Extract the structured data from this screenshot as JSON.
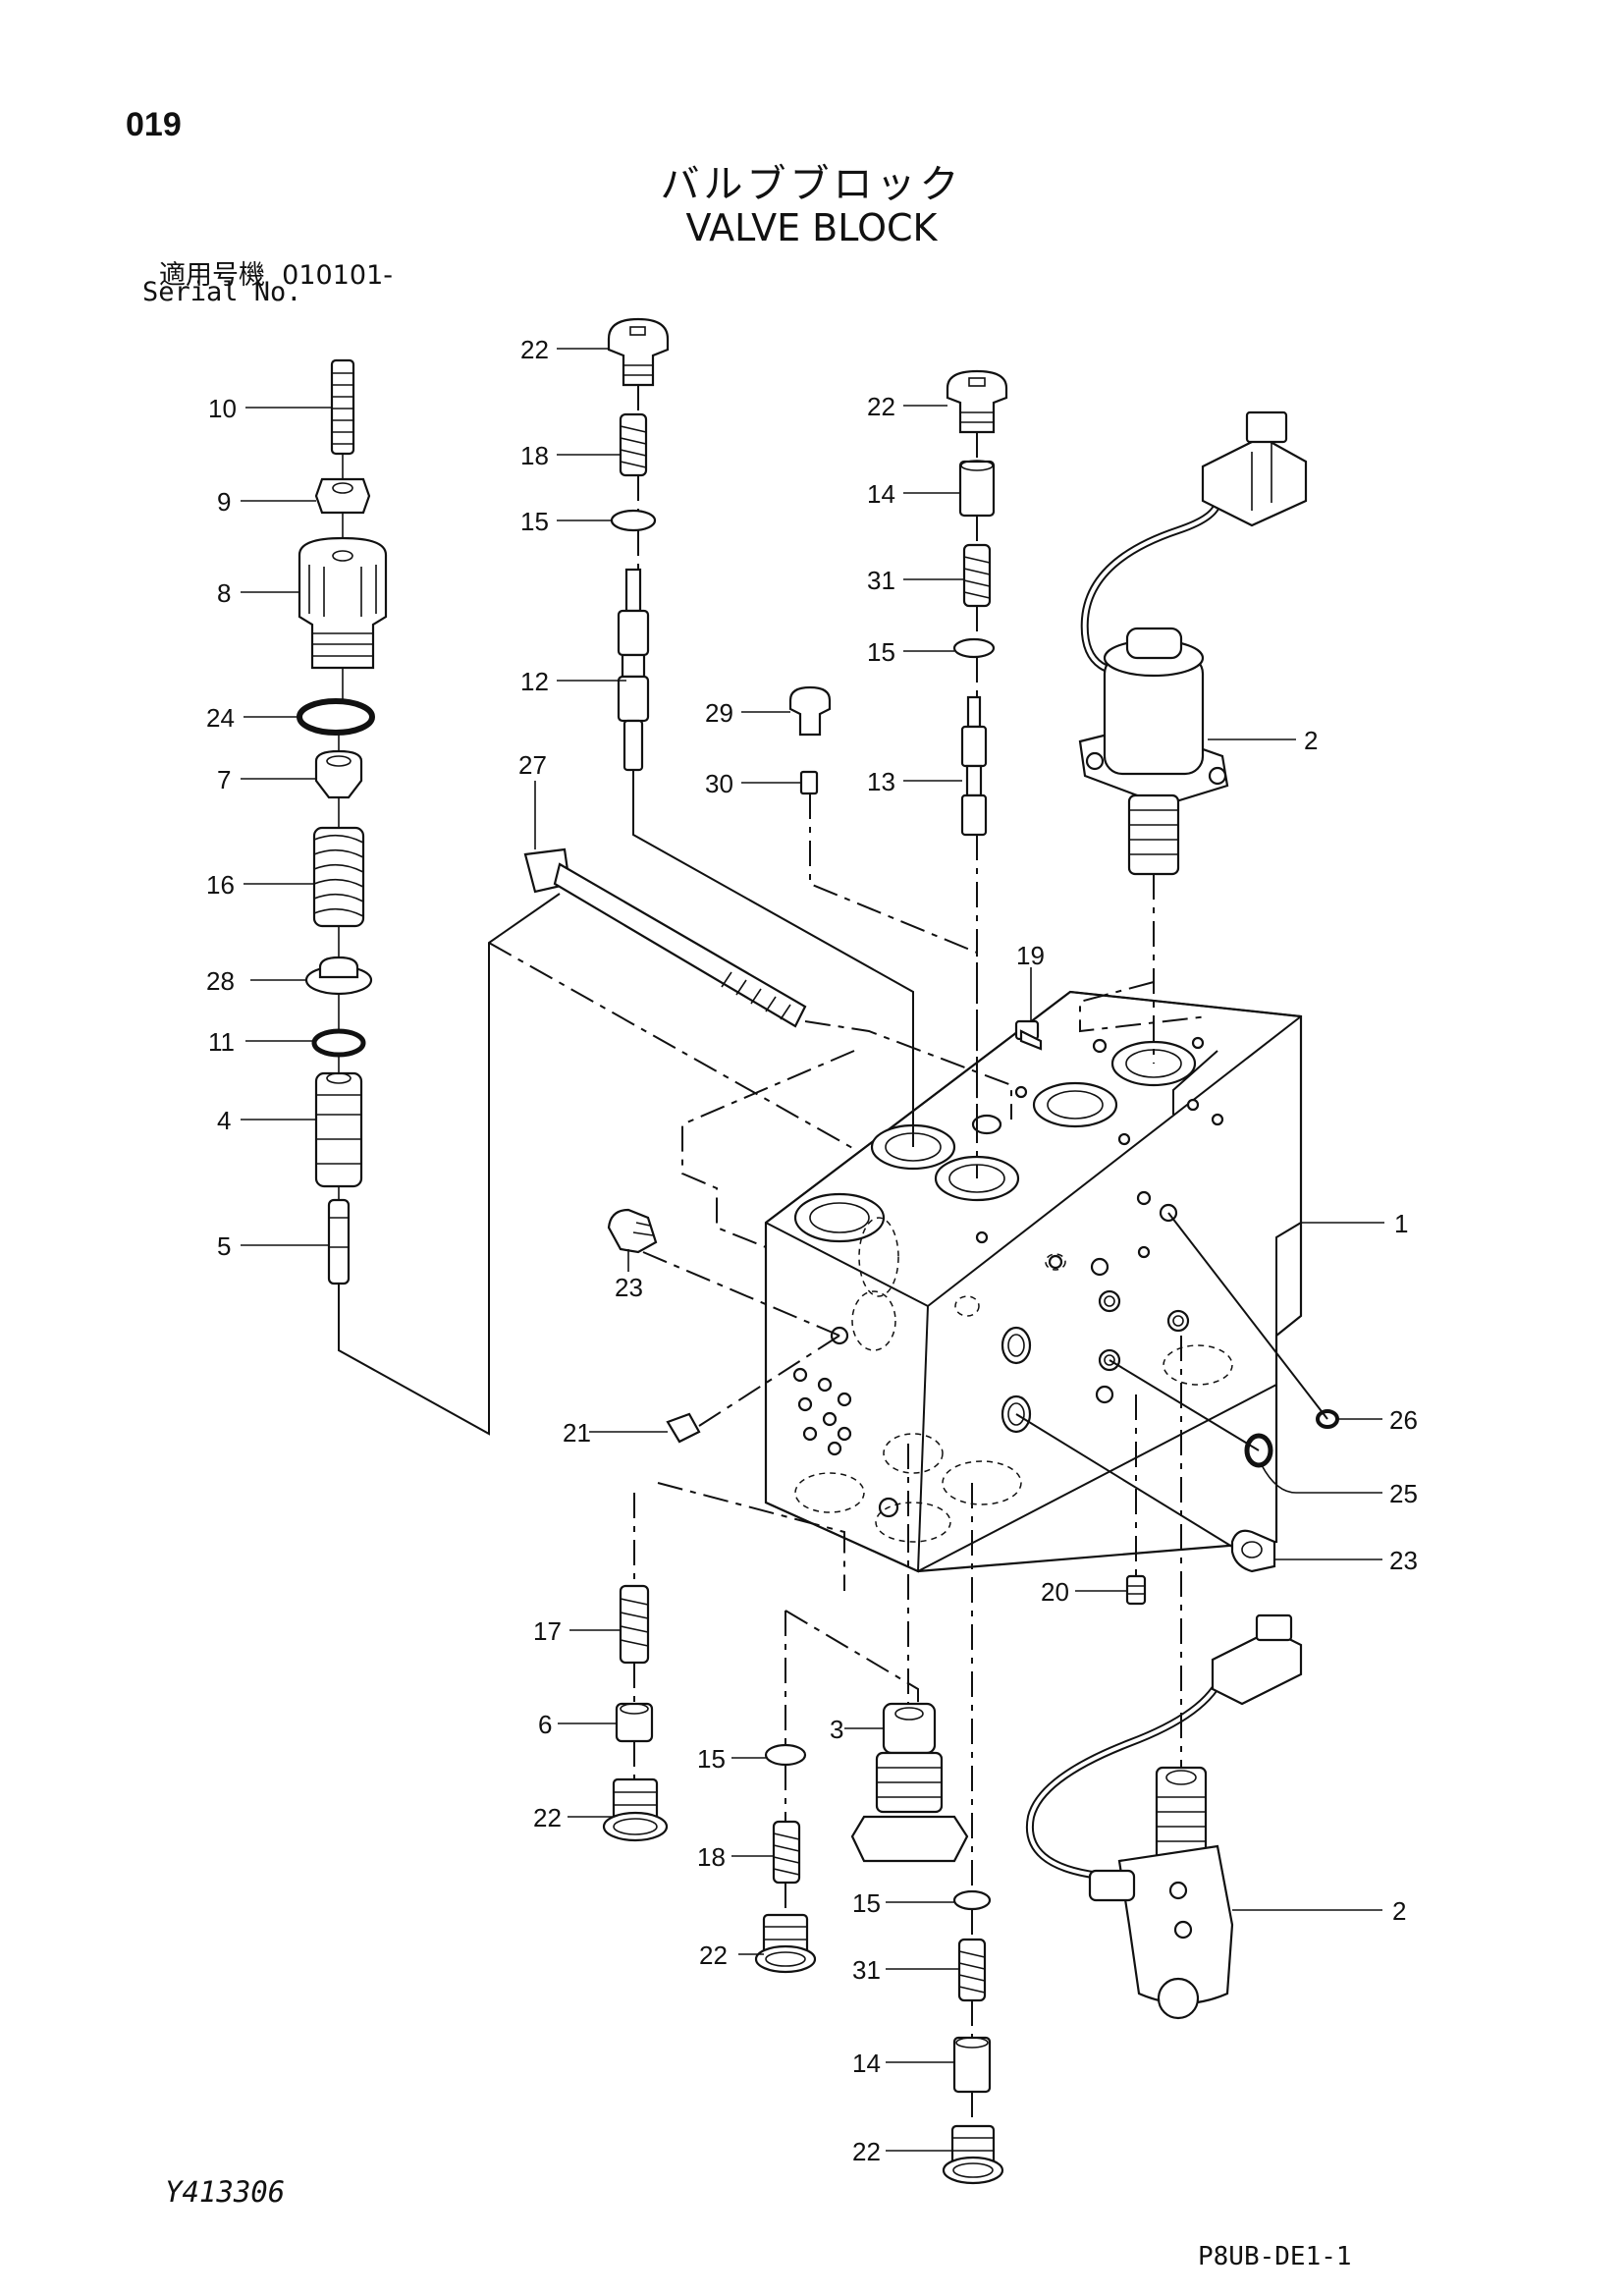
{
  "page": {
    "number": "019",
    "title_jp": "バルブブロック",
    "title_en": "VALVE BLOCK",
    "serial_label_jp": "適用号機",
    "serial_value": "010101-",
    "serial_label_en": "Serial No.",
    "drawing_number": "Y413306",
    "reference_code": "P8UB-DE1-1"
  },
  "callouts": [
    {
      "id": "c10",
      "label": "10"
    },
    {
      "id": "c9",
      "label": "9"
    },
    {
      "id": "c8",
      "label": "8"
    },
    {
      "id": "c24",
      "label": "24"
    },
    {
      "id": "c7",
      "label": "7"
    },
    {
      "id": "c16",
      "label": "16"
    },
    {
      "id": "c28",
      "label": "28"
    },
    {
      "id": "c11",
      "label": "11"
    },
    {
      "id": "c4",
      "label": "4"
    },
    {
      "id": "c5",
      "label": "5"
    },
    {
      "id": "c22a",
      "label": "22"
    },
    {
      "id": "c18a",
      "label": "18"
    },
    {
      "id": "c15a",
      "label": "15"
    },
    {
      "id": "c12",
      "label": "12"
    },
    {
      "id": "c27",
      "label": "27"
    },
    {
      "id": "c22b",
      "label": "22"
    },
    {
      "id": "c14a",
      "label": "14"
    },
    {
      "id": "c31a",
      "label": "31"
    },
    {
      "id": "c15b",
      "label": "15"
    },
    {
      "id": "c29",
      "label": "29"
    },
    {
      "id": "c30",
      "label": "30"
    },
    {
      "id": "c13",
      "label": "13"
    },
    {
      "id": "c2a",
      "label": "2"
    },
    {
      "id": "c19",
      "label": "19"
    },
    {
      "id": "c1",
      "label": "1"
    },
    {
      "id": "c23a",
      "label": "23"
    },
    {
      "id": "c21",
      "label": "21"
    },
    {
      "id": "c26",
      "label": "26"
    },
    {
      "id": "c25",
      "label": "25"
    },
    {
      "id": "c23b",
      "label": "23"
    },
    {
      "id": "c20",
      "label": "20"
    },
    {
      "id": "c17",
      "label": "17"
    },
    {
      "id": "c6",
      "label": "6"
    },
    {
      "id": "c22c",
      "label": "22"
    },
    {
      "id": "c15c",
      "label": "15"
    },
    {
      "id": "c3",
      "label": "3"
    },
    {
      "id": "c18b",
      "label": "18"
    },
    {
      "id": "c22d",
      "label": "22"
    },
    {
      "id": "c15d",
      "label": "15"
    },
    {
      "id": "c31b",
      "label": "31"
    },
    {
      "id": "c14b",
      "label": "14"
    },
    {
      "id": "c22e",
      "label": "22"
    },
    {
      "id": "c2b",
      "label": "2"
    }
  ]
}
